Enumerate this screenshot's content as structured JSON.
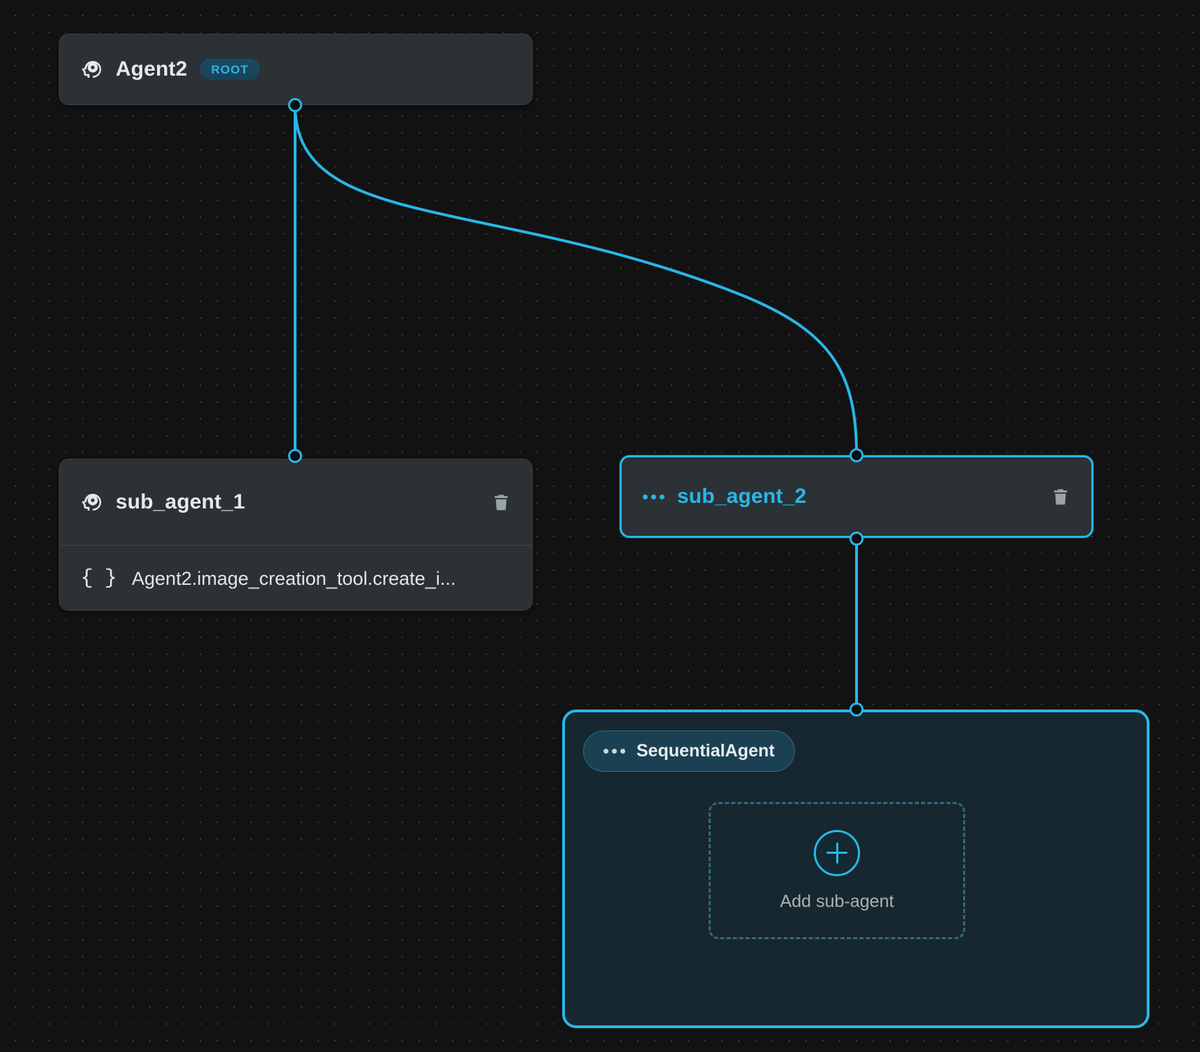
{
  "canvas": {
    "background_color": "#121212",
    "dot_grid_color": "#3a3a3a",
    "accent_color": "#29b6e8",
    "node_bg_color": "#2b3135"
  },
  "nodes": {
    "root_agent": {
      "title": "Agent2",
      "badge": "ROOT",
      "icon": "psychology-icon"
    },
    "sub_agent_1": {
      "title": "sub_agent_1",
      "icon": "psychology-icon",
      "delete_icon": "trash-icon",
      "tools": [
        {
          "icon": "braces-icon",
          "icon_glyph": "{ }",
          "label": "Agent2.image_creation_tool.create_i..."
        }
      ]
    },
    "sub_agent_2": {
      "title": "sub_agent_2",
      "icon": "more-horiz-icon",
      "delete_icon": "trash-icon",
      "selected": true
    },
    "sequential_agent_group": {
      "pill_label": "SequentialAgent",
      "pill_icon": "more-horiz-icon",
      "dropzone": {
        "add_icon": "plus-circle-icon",
        "label": "Add sub-agent"
      }
    }
  },
  "edges": [
    {
      "from": "root_agent",
      "to": "sub_agent_1"
    },
    {
      "from": "root_agent",
      "to": "sub_agent_2"
    },
    {
      "from": "sub_agent_2",
      "to": "sequential_agent_group"
    }
  ]
}
